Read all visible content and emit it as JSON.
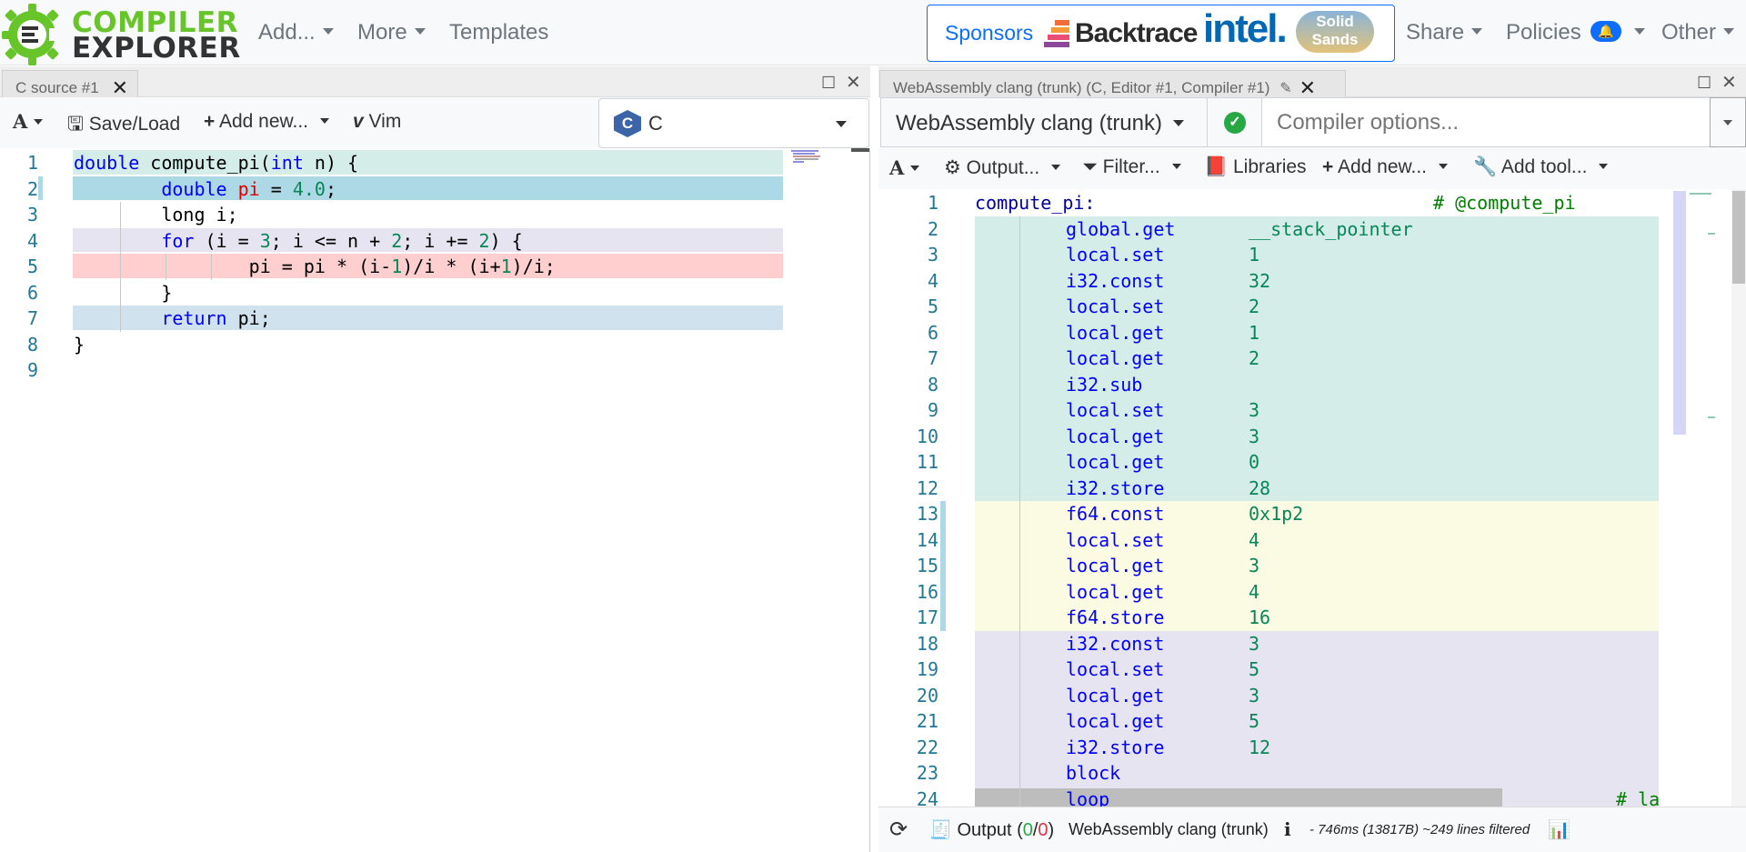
{
  "logo": {
    "line1": "COMPILER",
    "line2": "EXPLORER"
  },
  "nav": {
    "add": "Add...",
    "more": "More",
    "templates": "Templates",
    "sponsors_label": "Sponsors",
    "sponsor1": "Backtrace",
    "sponsor2": "intel.",
    "sponsor3a": "Solid",
    "sponsor3b": "Sands",
    "share": "Share",
    "policies": "Policies",
    "policies_badge_icon": "bell-icon",
    "other": "Other"
  },
  "editor": {
    "tab_title": "C source #1",
    "toolbar": {
      "font_icon": "A",
      "save_load": "Save/Load",
      "add_new": "Add new...",
      "vim": "Vim",
      "language": "C"
    },
    "lines": [
      {
        "n": "1",
        "tokens": [
          {
            "t": "double",
            "c": "kw"
          },
          {
            "t": " compute_pi(",
            "c": "plain"
          },
          {
            "t": "int",
            "c": "kw"
          },
          {
            "t": " n) {",
            "c": "plain"
          }
        ]
      },
      {
        "n": "2",
        "tokens": [
          {
            "t": "        ",
            "c": "plain"
          },
          {
            "t": "double",
            "c": "kw"
          },
          {
            "t": " ",
            "c": "plain"
          },
          {
            "t": "pi",
            "c": "var"
          },
          {
            "t": " = ",
            "c": "plain"
          },
          {
            "t": "4.0",
            "c": "num"
          },
          {
            "t": ";",
            "c": "plain"
          }
        ]
      },
      {
        "n": "3",
        "tokens": [
          {
            "t": "        long i;",
            "c": "plain"
          }
        ]
      },
      {
        "n": "4",
        "tokens": [
          {
            "t": "        ",
            "c": "plain"
          },
          {
            "t": "for",
            "c": "kw"
          },
          {
            "t": " (i = ",
            "c": "plain"
          },
          {
            "t": "3",
            "c": "num"
          },
          {
            "t": "; i <= n + ",
            "c": "plain"
          },
          {
            "t": "2",
            "c": "num"
          },
          {
            "t": "; i += ",
            "c": "plain"
          },
          {
            "t": "2",
            "c": "num"
          },
          {
            "t": ") {",
            "c": "plain"
          }
        ]
      },
      {
        "n": "5",
        "tokens": [
          {
            "t": "                pi = pi * (i-",
            "c": "plain"
          },
          {
            "t": "1",
            "c": "num"
          },
          {
            "t": ")/i * (i+",
            "c": "plain"
          },
          {
            "t": "1",
            "c": "num"
          },
          {
            "t": ")/i;",
            "c": "plain"
          }
        ]
      },
      {
        "n": "6",
        "tokens": [
          {
            "t": "        }",
            "c": "plain"
          }
        ]
      },
      {
        "n": "7",
        "tokens": [
          {
            "t": "        ",
            "c": "plain"
          },
          {
            "t": "return",
            "c": "kw"
          },
          {
            "t": " pi;",
            "c": "plain"
          }
        ]
      },
      {
        "n": "8",
        "tokens": [
          {
            "t": "}",
            "c": "plain"
          }
        ]
      },
      {
        "n": "9",
        "tokens": []
      }
    ],
    "line_colors": [
      "#d4ede9",
      "#add8e6",
      "",
      "#e6e4f0",
      "#ffcfcf",
      "",
      "#d0e2ee",
      "",
      ""
    ]
  },
  "compiler": {
    "tab_title": "WebAssembly clang (trunk) (C, Editor #1, Compiler #1)",
    "compiler_name": "WebAssembly clang (trunk)",
    "options_placeholder": "Compiler options...",
    "toolbar": {
      "font_icon": "A",
      "output": "Output...",
      "filter": "Filter...",
      "libraries": "Libraries",
      "add_new": "Add new...",
      "add_tool": "Add tool..."
    },
    "asm": [
      {
        "n": "1",
        "label": "compute_pi:",
        "ins": "",
        "arg": "",
        "cmt": "# @compute_pi"
      },
      {
        "n": "2",
        "ins": "global.get",
        "arg": "__stack_pointer"
      },
      {
        "n": "3",
        "ins": "local.set",
        "arg": "1"
      },
      {
        "n": "4",
        "ins": "i32.const",
        "arg": "32"
      },
      {
        "n": "5",
        "ins": "local.set",
        "arg": "2"
      },
      {
        "n": "6",
        "ins": "local.get",
        "arg": "1"
      },
      {
        "n": "7",
        "ins": "local.get",
        "arg": "2"
      },
      {
        "n": "8",
        "ins": "i32.sub",
        "arg": ""
      },
      {
        "n": "9",
        "ins": "local.set",
        "arg": "3"
      },
      {
        "n": "10",
        "ins": "local.get",
        "arg": "3"
      },
      {
        "n": "11",
        "ins": "local.get",
        "arg": "0"
      },
      {
        "n": "12",
        "ins": "i32.store",
        "arg": "28"
      },
      {
        "n": "13",
        "ins": "f64.const",
        "arg": "0x1p2"
      },
      {
        "n": "14",
        "ins": "local.set",
        "arg": "4"
      },
      {
        "n": "15",
        "ins": "local.get",
        "arg": "3"
      },
      {
        "n": "16",
        "ins": "local.get",
        "arg": "4"
      },
      {
        "n": "17",
        "ins": "f64.store",
        "arg": "16"
      },
      {
        "n": "18",
        "ins": "i32.const",
        "arg": "3"
      },
      {
        "n": "19",
        "ins": "local.set",
        "arg": "5"
      },
      {
        "n": "20",
        "ins": "local.get",
        "arg": "3"
      },
      {
        "n": "21",
        "ins": "local.get",
        "arg": "5"
      },
      {
        "n": "22",
        "ins": "i32.store",
        "arg": "12"
      },
      {
        "n": "23",
        "ins": "block",
        "arg": ""
      },
      {
        "n": "24",
        "ins": "loop",
        "arg": "",
        "cmt": "# la"
      }
    ],
    "asm_colors": [
      "",
      "#d4ede9",
      "#d4ede9",
      "#d4ede9",
      "#d4ede9",
      "#d4ede9",
      "#d4ede9",
      "#d4ede9",
      "#d4ede9",
      "#d4ede9",
      "#d4ede9",
      "#d4ede9",
      "#fbfbe4",
      "#fbfbe4",
      "#fbfbe4",
      "#fbfbe4",
      "#fbfbe4",
      "#e6e4f0",
      "#e6e4f0",
      "#e6e4f0",
      "#e6e4f0",
      "#e6e4f0",
      "#e6e4f0",
      "#e6e4f0"
    ],
    "status": {
      "output_label": "Output (",
      "output_ok": "0",
      "output_sep": "/",
      "output_err": "0",
      "output_close": ")",
      "compiler": "WebAssembly clang (trunk)",
      "info": "- 746ms (13817B) ~249 lines filtered"
    }
  },
  "colors": {
    "accent": "#0d6efd",
    "logo_green": "#67c52a",
    "success": "#28a745"
  }
}
